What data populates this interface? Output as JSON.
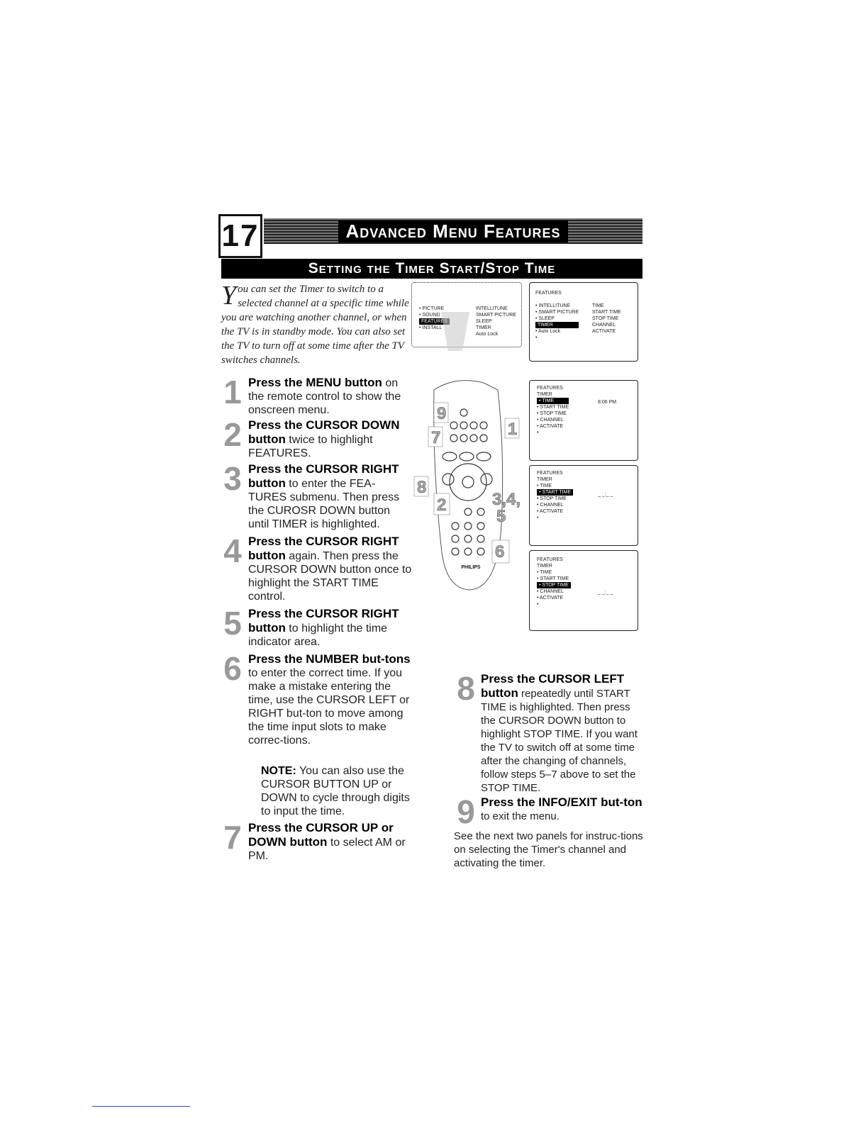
{
  "header": {
    "page_number": "17",
    "title": "Advanced Menu Features",
    "subtitle": "Setting the Timer Start/Stop Time"
  },
  "intro": {
    "dropcap": "Y",
    "text": "ou can set the Timer to switch to a selected channel at a specific time while you are watching another channel, or when the TV is in standby mode.  You can also set the TV to turn off at some time after the TV switches channels."
  },
  "steps": [
    {
      "num": "1",
      "bold": "Press the MENU button",
      "text": " on the remote control to show the onscreen menu."
    },
    {
      "num": "2",
      "bold": "Press the CURSOR DOWN button",
      "text": " twice to highlight FEATURES."
    },
    {
      "num": "3",
      "bold": "Press the CURSOR RIGHT button",
      "text": " to enter the FEA-TURES submenu.  Then press the CUROSR DOWN button until TIMER is highlighted."
    },
    {
      "num": "4",
      "bold": "Press the CURSOR RIGHT button",
      "text": " again. Then press the CURSOR DOWN button once to highlight the START TIME control."
    },
    {
      "num": "5",
      "bold": "Press the CURSOR RIGHT button",
      "text": " to highlight the time indicator area."
    },
    {
      "num": "6",
      "bold": "Press the NUMBER but-tons",
      "text": " to enter the correct time. If you make a mistake entering the time, use the CURSOR LEFT or RIGHT but-ton to move among the time input slots to make correc-tions."
    },
    {
      "num": "7",
      "bold": "Press the CURSOR UP or DOWN button",
      "text": " to select AM or PM."
    }
  ],
  "note": {
    "label": "NOTE:",
    "text": " You can also use the CURSOR BUTTON UP or DOWN to cycle through digits to input the time."
  },
  "steps_right": [
    {
      "num": "8",
      "bold": "Press the CURSOR LEFT button",
      "text": " repeatedly until START TIME is highlighted. Then press the CURSOR DOWN button to highlight STOP TIME. If you want the TV to switch off at some time after the changing of channels, follow steps 5–7 above to set the STOP TIME."
    },
    {
      "num": "9",
      "bold": "Press the INFO/EXIT but-ton",
      "text": " to exit the menu."
    }
  ],
  "closing": "See the next two panels for instruc-tions on selecting the Timer's channel and activating the timer.",
  "screens": {
    "main": {
      "left": [
        "• PICTURE",
        "• SOUND",
        "FEATURES",
        "• INSTALL"
      ],
      "right": [
        "INTELLITUNE",
        "SMART PICTURE",
        "SLEEP",
        "TIMER",
        "Auto Lock"
      ]
    },
    "features": {
      "title": "FEATURES",
      "left": [
        "• INTELLITUNE",
        "• SMART PICTURE",
        "• SLEEP",
        "TIMER",
        "• Auto Lock",
        "•"
      ],
      "right": [
        "TIME",
        "START TIME",
        "STOP TIME",
        "CHANNEL",
        "ACTIVATE"
      ]
    },
    "timer1": {
      "title": "FEATURES",
      "sub": "TIMER",
      "items": [
        "• TIME",
        "• START TIME",
        "• STOP TIME",
        "• CHANNEL",
        "• ACTIVATE",
        "•"
      ],
      "value": "8:06 PM"
    },
    "timer2": {
      "title": "FEATURES",
      "sub": "TIMER",
      "items": [
        "• TIME",
        "• START TIME",
        "• STOP TIME",
        "• CHANNEL",
        "• ACTIVATE",
        "•"
      ],
      "value": "_ _:_ _"
    },
    "timer3": {
      "title": "FEATURES",
      "sub": "TIMER",
      "items": [
        "• TIME",
        "• START TIME",
        "• STOP TIME",
        "• CHANNEL",
        "• ACTIVATE",
        "•"
      ],
      "value": "_ _:_ _"
    }
  },
  "remote": {
    "brand": "PHILIPS",
    "callouts": [
      "9",
      "1",
      "7",
      "8",
      "2",
      "3,4,",
      "5",
      "6"
    ]
  }
}
